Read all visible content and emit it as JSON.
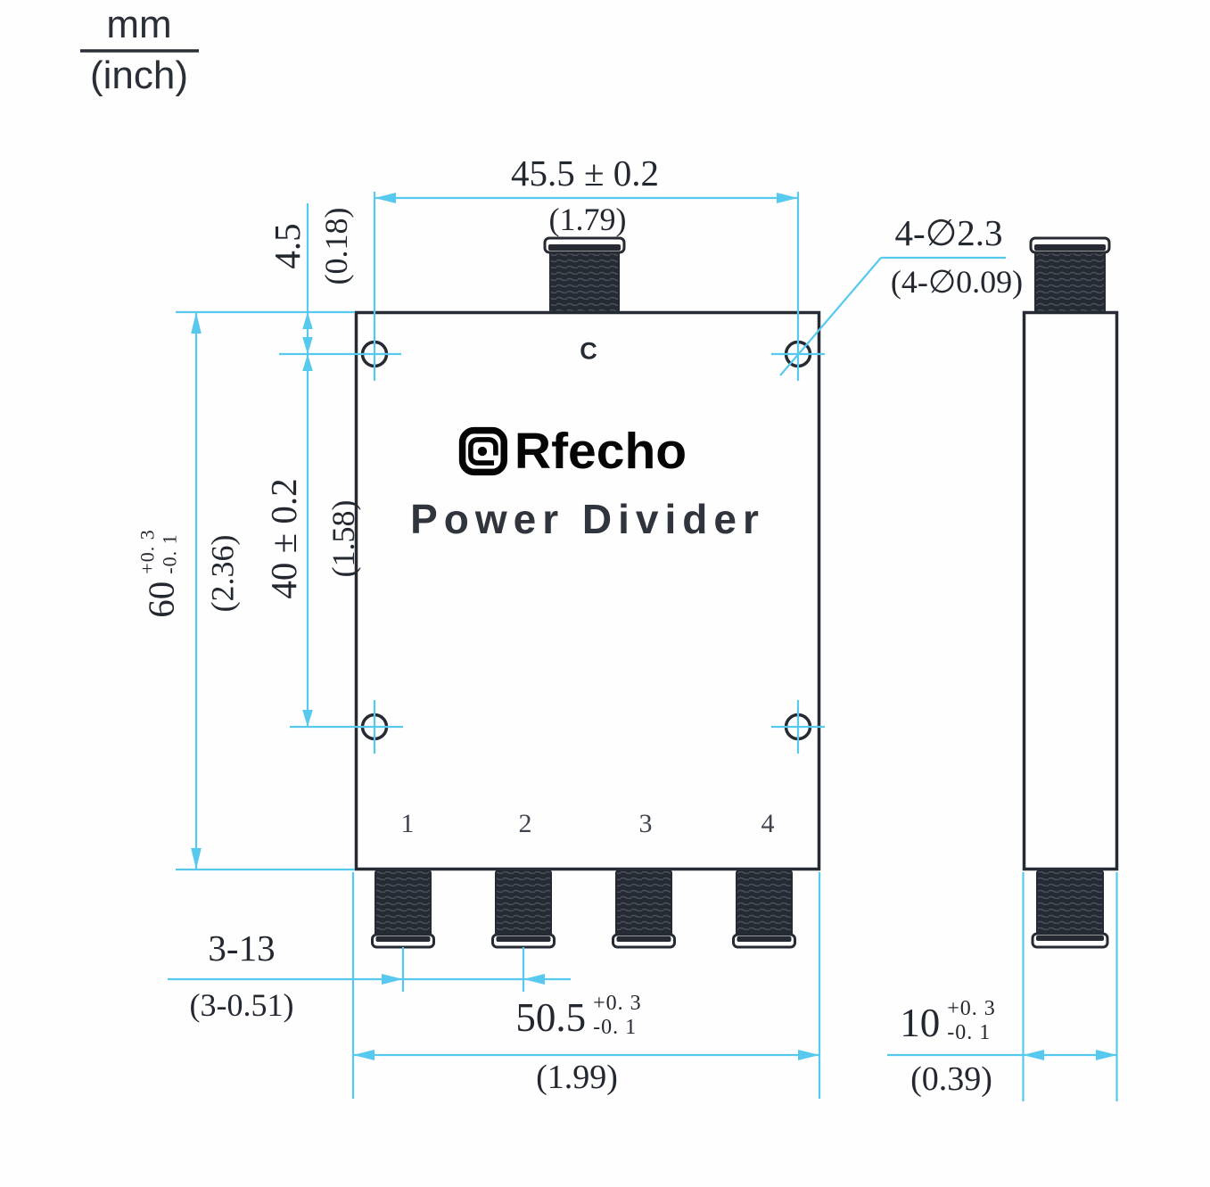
{
  "units": {
    "numerator": "mm",
    "denominator": "(inch)"
  },
  "front": {
    "marking": "C",
    "brand": "Rfecho",
    "product": "Power Divider",
    "ports": [
      "1",
      "2",
      "3",
      "4"
    ]
  },
  "dims": {
    "width_top": {
      "mm": "45.5 ± 0.2",
      "inch": "(1.79)"
    },
    "hole_offset": {
      "mm": "4.5",
      "inch": "(0.18)"
    },
    "holes": {
      "mm": "4-∅2.3",
      "inch": "(4-∅0.09)"
    },
    "height": {
      "mm": "60",
      "tol_plus": "+0. 3",
      "tol_minus": "-0. 1",
      "inch": "(2.36)"
    },
    "hole_spacing": {
      "mm": "40 ± 0.2",
      "inch": "(1.58)"
    },
    "port_pitch": {
      "mm": "3-13",
      "inch": "(3-0.51)"
    },
    "width_bottom": {
      "mm": "50.5",
      "tol_plus": "+0. 3",
      "tol_minus": "-0. 1",
      "inch": "(1.99)"
    },
    "thickness": {
      "mm": "10",
      "tol_plus": "+0. 3",
      "tol_minus": "-0. 1",
      "inch": "(0.39)"
    }
  },
  "colors": {
    "line_dark": "#262a33",
    "dim_cyan": "#57c9ee",
    "text": "#23272f"
  }
}
